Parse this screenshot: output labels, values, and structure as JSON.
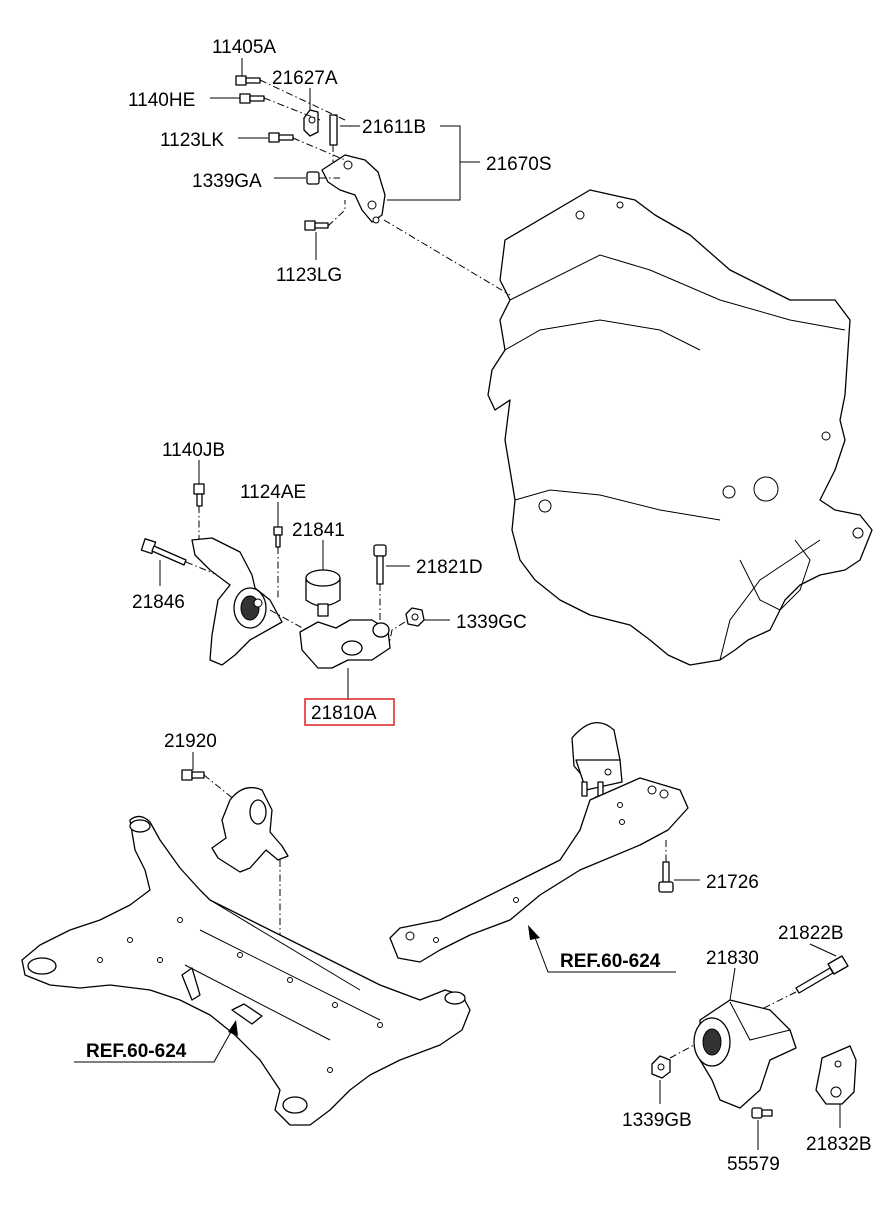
{
  "labels": {
    "p11405A": "11405A",
    "p1140HE": "1140HE",
    "p21627A": "21627A",
    "p21611B": "21611B",
    "p1123LK": "1123LK",
    "p21670S": "21670S",
    "p1339GA": "1339GA",
    "p1123LG": "1123LG",
    "p1140JB": "1140JB",
    "p1124AE": "1124AE",
    "p21841": "21841",
    "p21821D": "21821D",
    "p21846": "21846",
    "p1339GC": "1339GC",
    "p21810A": "21810A",
    "p21920": "21920",
    "p21726": "21726",
    "p21822B": "21822B",
    "p21830": "21830",
    "p1339GB": "1339GB",
    "p55579": "55579",
    "p21832B": "21832B"
  },
  "refs": {
    "ref_right": "REF.60-624",
    "ref_left": "REF.60-624"
  },
  "highlight_color": "#e02020"
}
